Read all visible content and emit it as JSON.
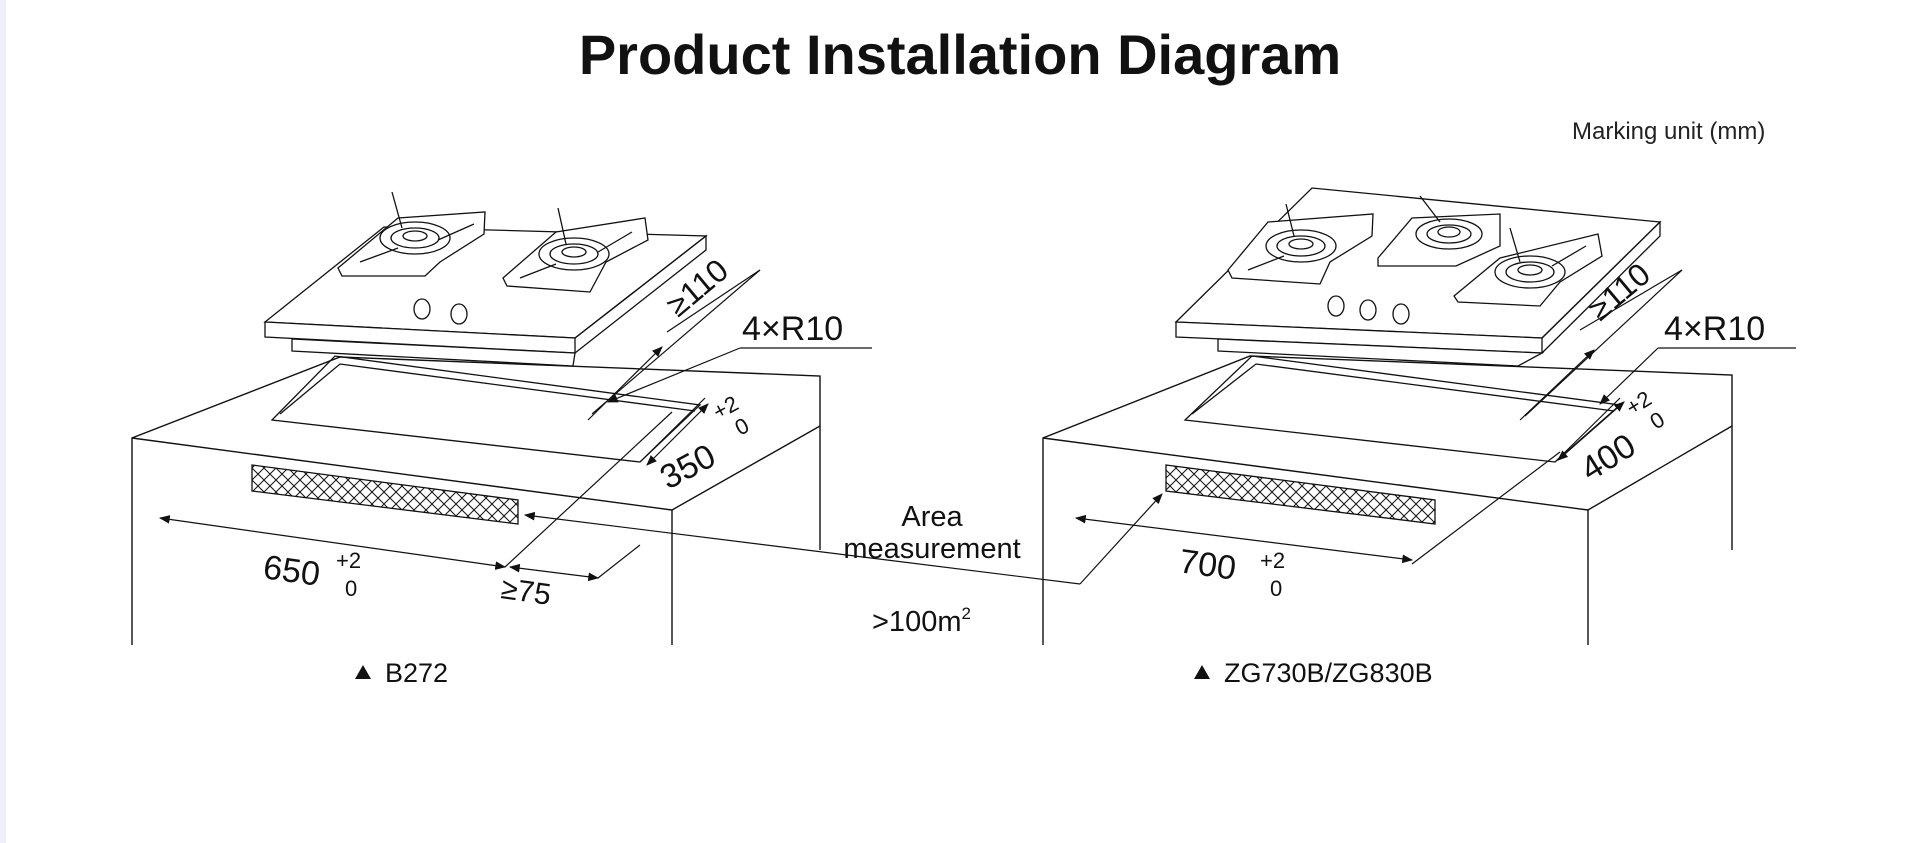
{
  "title": "Product Installation Diagram",
  "unit_note": "Marking unit (mm)",
  "left_model": {
    "caption": "B272",
    "depth_clearance": "≥110",
    "corner_radius": "4×R10",
    "cutout_depth": "350",
    "cutout_width": "650",
    "tolerance_plus": "+2",
    "tolerance_minus": "0",
    "front_clearance": "≥75"
  },
  "right_model": {
    "caption": "ZG730B/ZG830B",
    "depth_clearance": "≥110",
    "corner_radius": "4×R10",
    "cutout_depth": "400",
    "cutout_width": "700",
    "tolerance_plus": "+2",
    "tolerance_minus": "0"
  },
  "vent": {
    "label_line1": "Area",
    "label_line2": "measurement",
    "value": ">100m",
    "value_sup": "2"
  }
}
